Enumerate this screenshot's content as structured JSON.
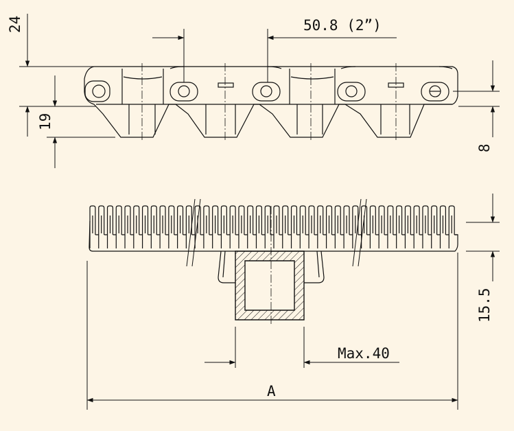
{
  "colors": {
    "background": "#fdf5e6",
    "line": "#111111"
  },
  "dimensions": {
    "pitch_label": "50.8 (2”)",
    "height_total": "24",
    "height_body": "19",
    "height_hinge": "8",
    "height_rail": "15.5",
    "guide_width": "Max.40",
    "belt_width": "A"
  },
  "guide_profile": {
    "tooth_count": 42
  }
}
